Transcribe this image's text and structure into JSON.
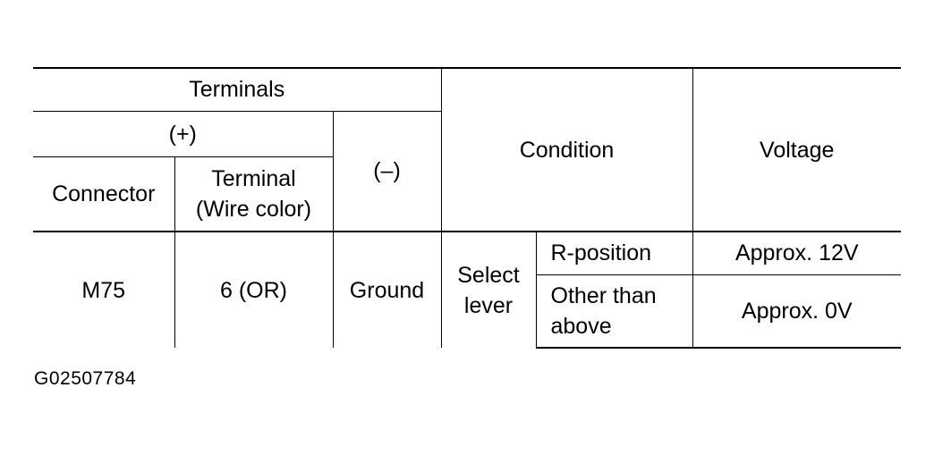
{
  "table": {
    "header": {
      "terminals": "Terminals",
      "plus": "(+)",
      "minus": "(–)",
      "connector": "Connector",
      "terminal_line1": "Terminal",
      "terminal_line2": "(Wire color)",
      "condition": "Condition",
      "voltage": "Voltage"
    },
    "row": {
      "connector": "M75",
      "terminal": "6 (OR)",
      "minus": "Ground",
      "select_line1": "Select",
      "select_line2": "lever",
      "conditions": [
        {
          "line1": "R-position",
          "line2": "",
          "voltage": "Approx. 12V"
        },
        {
          "line1": "Other than",
          "line2": "above",
          "voltage": "Approx. 0V"
        }
      ]
    }
  },
  "figure_id": "G02507784"
}
